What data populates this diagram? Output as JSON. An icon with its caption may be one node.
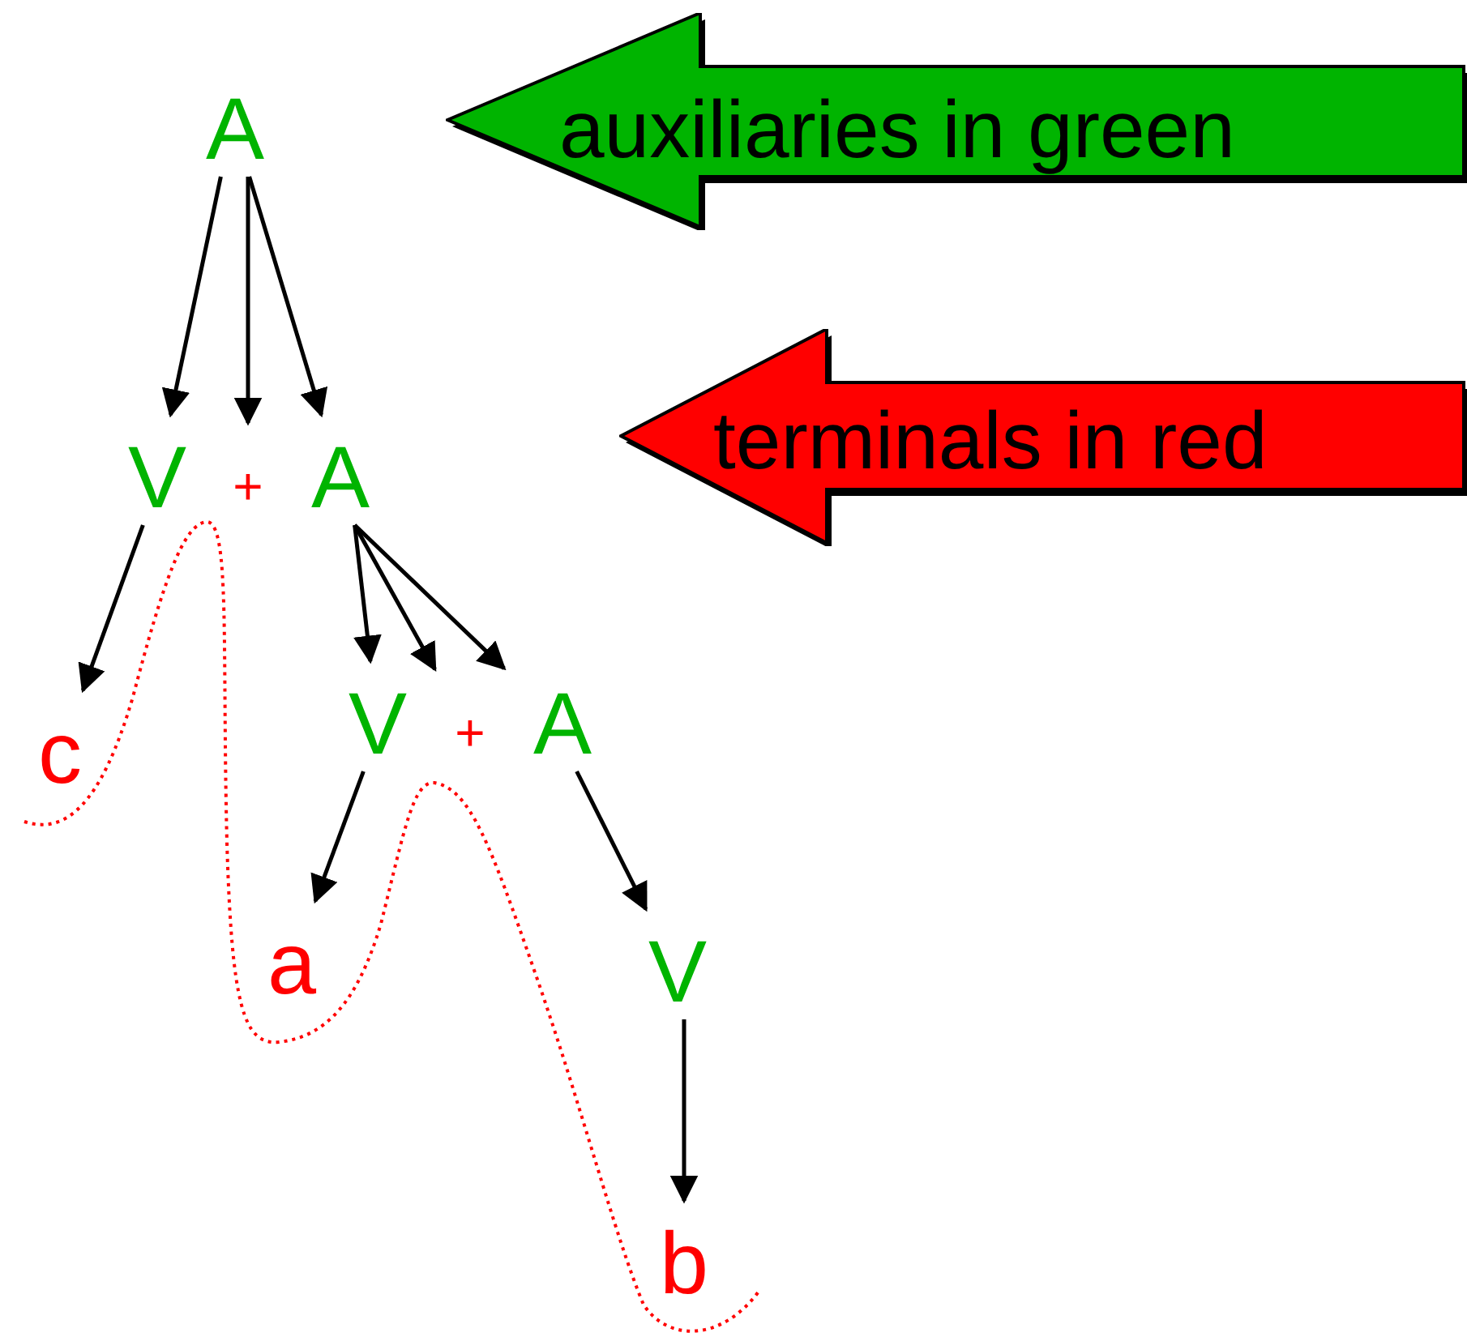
{
  "diagram": {
    "nodes": [
      {
        "text": [
          "A"
        ]
      },
      {
        "text": [
          "V"
        ]
      },
      {
        "text": [
          "+"
        ]
      },
      {
        "text": [
          "A"
        ]
      },
      {
        "text": [
          "c"
        ]
      },
      {
        "text": [
          "V"
        ]
      },
      {
        "text": [
          "+"
        ]
      },
      {
        "text": [
          "A"
        ]
      },
      {
        "text": [
          "a"
        ]
      },
      {
        "text": [
          "V"
        ]
      },
      {
        "text": [
          "b"
        ]
      },
      {
        "text": [
          "auxiliaries in green"
        ]
      },
      {
        "text": [
          "terminals in red"
        ]
      }
    ],
    "edges": [
      {
        "from": 0,
        "to": 1,
        "arrow": "to"
      },
      {
        "from": 0,
        "to": 2,
        "arrow": "to"
      },
      {
        "from": 0,
        "to": 3,
        "arrow": "to"
      },
      {
        "from": 1,
        "to": 4,
        "arrow": "to"
      },
      {
        "from": 3,
        "to": 5,
        "arrow": "to"
      },
      {
        "from": 3,
        "to": 6,
        "arrow": "to"
      },
      {
        "from": 3,
        "to": 7,
        "arrow": "to"
      },
      {
        "from": 5,
        "to": 8,
        "arrow": "to"
      },
      {
        "from": 7,
        "to": 9,
        "arrow": "to"
      },
      {
        "from": 9,
        "to": 10,
        "arrow": "to"
      }
    ]
  }
}
